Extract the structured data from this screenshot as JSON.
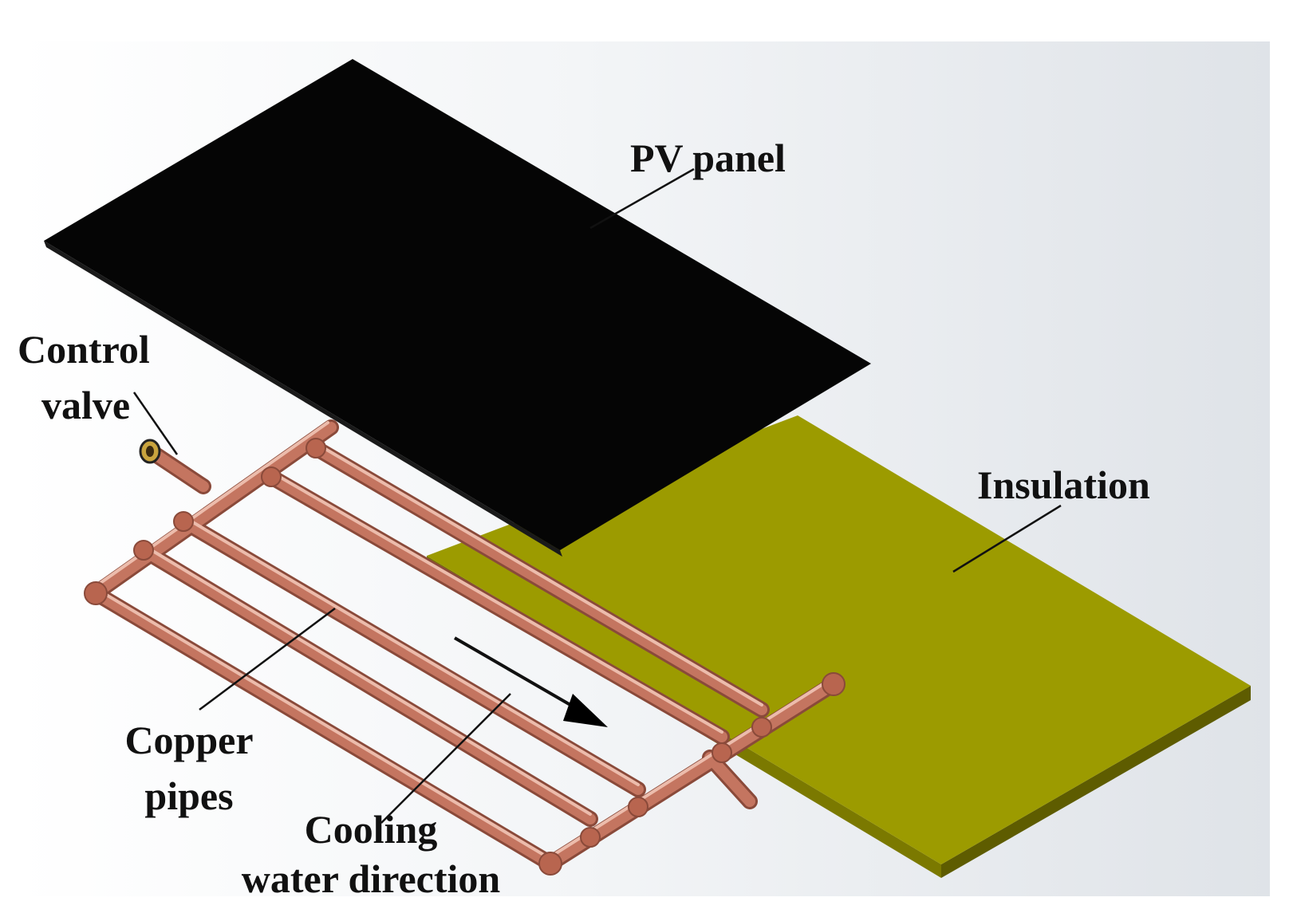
{
  "labels": {
    "pv_panel": "PV panel",
    "control_valve_line1": "Control",
    "control_valve_line2": "valve",
    "insulation": "Insulation",
    "copper_pipes_line1": "Copper",
    "copper_pipes_line2": "pipes",
    "cooling_line1": "Cooling",
    "cooling_line2": "water direction"
  },
  "colors": {
    "pv_panel": "#050505",
    "insulation_top": "#9c9b00",
    "insulation_edge": "#5e5c00",
    "copper": "#c47560",
    "copper_shadow": "#8a4a3a",
    "copper_highlight": "#e6ae9c",
    "background": "#e4e8ec"
  }
}
